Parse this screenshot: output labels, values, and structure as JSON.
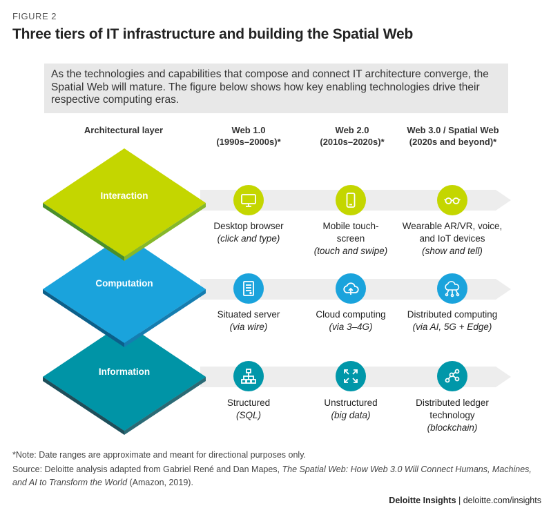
{
  "figure_label": "FIGURE 2",
  "title": "Three tiers of IT infrastructure and building the Spatial Web",
  "intro": "As the technologies and capabilities that compose and connect IT architecture converge, the Spatial Web will mature. The figure below shows how key enabling technologies drive their respective computing eras.",
  "headers": {
    "layer": "Architectural layer",
    "web1": "Web 1.0\n(1990s–2000s)*",
    "web2": "Web 2.0\n(2010s–2020s)*",
    "web3": "Web 3.0 / Spatial Web\n(2020s and beyond)*"
  },
  "layers": [
    {
      "name": "Interaction",
      "color": "#c4d600",
      "cells": [
        {
          "icon": "monitor-icon",
          "main": "Desktop browser",
          "sub": "(click and type)"
        },
        {
          "icon": "smartphone-icon",
          "main": "Mobile touch-\nscreen",
          "sub": "(touch and swipe)"
        },
        {
          "icon": "ar-vr-glasses-icon",
          "main": "Wearable AR/VR, voice,\nand IoT devices",
          "sub": "(show and tell)"
        }
      ]
    },
    {
      "name": "Computation",
      "color": "#1aa3dc",
      "cells": [
        {
          "icon": "server-icon",
          "main": "Situated server",
          "sub": "(via wire)"
        },
        {
          "icon": "cloud-upload-icon",
          "main": "Cloud computing",
          "sub": "(via 3–4G)"
        },
        {
          "icon": "distributed-cloud-icon",
          "main": "Distributed computing",
          "sub": "(via AI, 5G + Edge)"
        }
      ]
    },
    {
      "name": "Information",
      "color": "#0097a9",
      "cells": [
        {
          "icon": "hierarchy-icon",
          "main": "Structured",
          "sub": "(SQL)"
        },
        {
          "icon": "expand-arrows-icon",
          "main": "Unstructured",
          "sub": "(big data)"
        },
        {
          "icon": "ledger-nodes-icon",
          "main": "Distributed ledger\ntechnology",
          "sub": "(blockchain)"
        }
      ]
    }
  ],
  "note": "*Note: Date ranges are approximate and meant for directional purposes only.",
  "source": {
    "prefix": "Source: Deloitte analysis adapted from Gabriel René and Dan Mapes, ",
    "book": "The Spatial Web: How Web 3.0 Will Connect Humans, Machines, and AI to Transform the World",
    "suffix": " (Amazon, 2019)."
  },
  "credit": {
    "brand": "Deloitte Insights",
    "separator": " | ",
    "url": "deloitte.com/insights"
  }
}
